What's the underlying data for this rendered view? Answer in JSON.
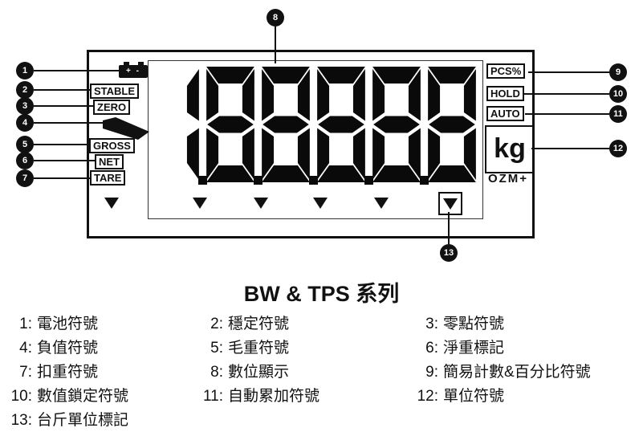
{
  "title": "BW & TPS 系列",
  "display": {
    "digits": "188888",
    "battery_text": "+ -",
    "indicators": {
      "stable": "STABLE",
      "zero": "ZERO",
      "gross": "GROSS",
      "net": "NET",
      "tare": "TARE",
      "pcs": "PCS%",
      "hold": "HOLD",
      "auto": "AUTO",
      "unit": "kg",
      "unit_alt": "OZM+"
    }
  },
  "callouts": [
    "1",
    "2",
    "3",
    "4",
    "5",
    "6",
    "7",
    "8",
    "9",
    "10",
    "11",
    "12",
    "13"
  ],
  "legend": [
    {
      "num": "1:",
      "text": "電池符號"
    },
    {
      "num": "2:",
      "text": "穩定符號"
    },
    {
      "num": "3:",
      "text": "零點符號"
    },
    {
      "num": "4:",
      "text": "負值符號"
    },
    {
      "num": "5:",
      "text": "毛重符號"
    },
    {
      "num": "6:",
      "text": "淨重標記"
    },
    {
      "num": "7:",
      "text": "扣重符號"
    },
    {
      "num": "8:",
      "text": "數位顯示"
    },
    {
      "num": "9:",
      "text": "簡易計數&百分比符號"
    },
    {
      "num": "10:",
      "text": "數值鎖定符號"
    },
    {
      "num": "11:",
      "text": "自動累加符號"
    },
    {
      "num": "12:",
      "text": "單位符號"
    },
    {
      "num": "13:",
      "text": "台斤單位標記"
    }
  ]
}
